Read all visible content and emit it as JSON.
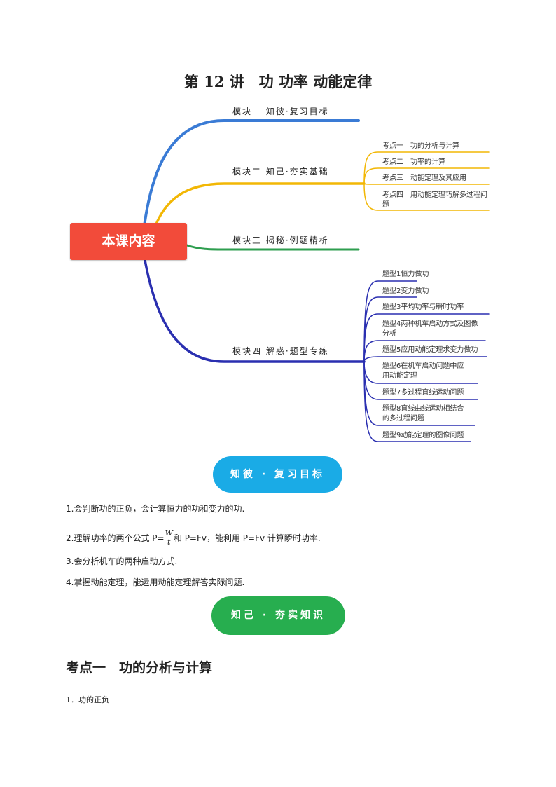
{
  "title": "第 12 讲　功 功率 动能定律",
  "center": "本课内容",
  "modules": [
    "模块一 知彼·复习目标",
    "模块二 知己·夯实基础",
    "模块三 揭秘·例题精析",
    "模块四 解惑·题型专练"
  ],
  "module2_items": [
    "考点一　功的分析与计算",
    "考点二　功率的计算",
    "考点三　动能定理及其应用",
    "考点四　用动能定理巧解多过程问题"
  ],
  "module4_items": [
    "题型1恒力做功",
    "题型2变力做功",
    "题型3平均功率与瞬时功率",
    "题型4两种机车启动方式及图像分析",
    "题型5应用动能定理求变力做功",
    "题型6在机车启动问题中应用动能定理",
    "题型7多过程直线运动问题",
    "题型8直线曲线运动相结合的多过程问题",
    "题型9动能定理的图像问题"
  ],
  "goals_button": "知彼 · 复习目标",
  "goals": {
    "g1": "1.会判断功的正负，会计算恒力的功和变力的功.",
    "g2a": "2.理解功率的两个公式 P=",
    "g2num": "W",
    "g2den": "t",
    "g2b": "和 P=Fv，能利用 P=Fv 计算瞬时功率.",
    "g3": "3.会分析机车的两种启动方式.",
    "g4": "4.掌握动能定理，能运用动能定理解答实际问题."
  },
  "basics_button": "知己 · 夯实知识",
  "section_heading": "考点一　功的分析与计算",
  "paragraph": "1．功的正负",
  "colors": {
    "blue": "#3a7bd5",
    "yellow": "#f2b705",
    "green": "#2e9e4f",
    "navy": "#2a2fb0",
    "red": "#f24b3a"
  }
}
